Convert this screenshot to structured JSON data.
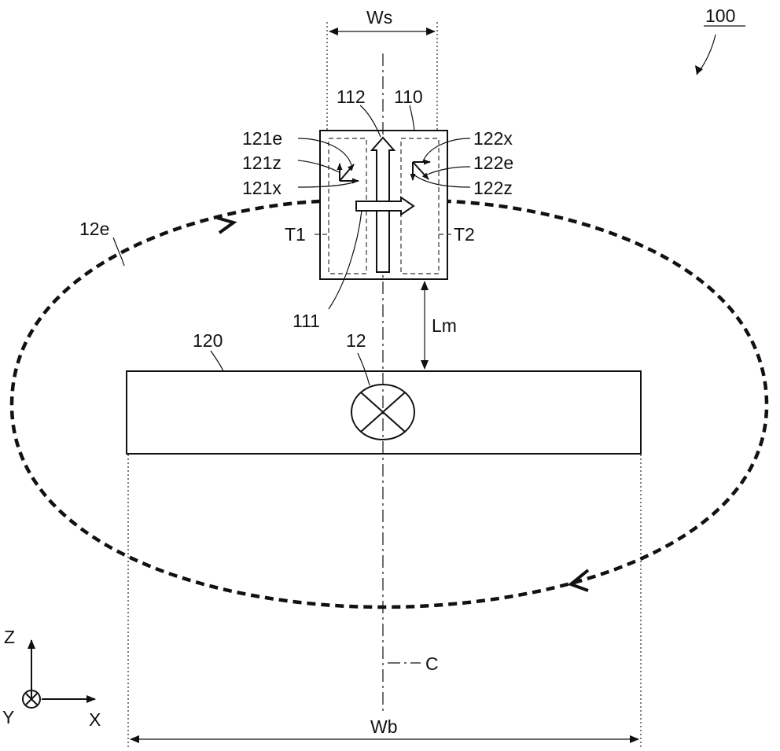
{
  "labels": {
    "device": "100",
    "sensor": "110",
    "conductor": "120",
    "current": "12",
    "field": "12e",
    "sensitivity_axis_111": "111",
    "sensitivity_axis_112": "112",
    "t1": "T1",
    "t2": "T2",
    "v121e": "121e",
    "v121z": "121z",
    "v121x": "121x",
    "v122x": "122x",
    "v122e": "122e",
    "v122z": "122z",
    "ws": "Ws",
    "wb": "Wb",
    "lm": "Lm",
    "center": "C"
  },
  "axes": {
    "z": "Z",
    "x": "X",
    "y": "Y"
  }
}
